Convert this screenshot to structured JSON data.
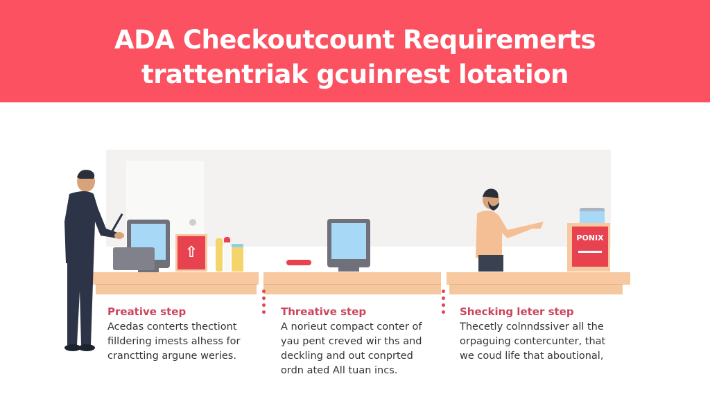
{
  "header": {
    "title_line1": "ADA Checkoutcount Requiremerts",
    "title_line2": "trattentriak gcuinrest lotation",
    "background_color": "#fb5160",
    "text_color": "#ffffff"
  },
  "illustration": {
    "box_label": "PONIX",
    "icons": [
      "businessman-figure",
      "laptop-icon",
      "monitor-icon",
      "arrow-up-box-icon",
      "bottles-icon",
      "pen-icon",
      "monitor-icon",
      "bearded-man-figure",
      "ponix-box-icon"
    ],
    "colors": {
      "counter": "#f8c9a0",
      "accent_red": "#e8414f",
      "screen_blue": "#a7d8f5",
      "wall": "#f3f2f0",
      "step_title": "#c9455b"
    }
  },
  "steps": [
    {
      "title": "Preative step",
      "lines": [
        "Acedas conterts thectiont",
        "filldering imests alhess for",
        "cranctting argune weries."
      ]
    },
    {
      "title": "Threative step",
      "lines": [
        "A norieut compact conter of",
        "yau pent creved wir ths and",
        "deckling and out  conprted",
        "ordn ated All tuan incs."
      ]
    },
    {
      "title": "Shecking leter step",
      "lines": [
        "Thecetly colnndssiver all the",
        "orpaguing contercunter, that",
        "we coud life that aboutional,"
      ]
    }
  ]
}
